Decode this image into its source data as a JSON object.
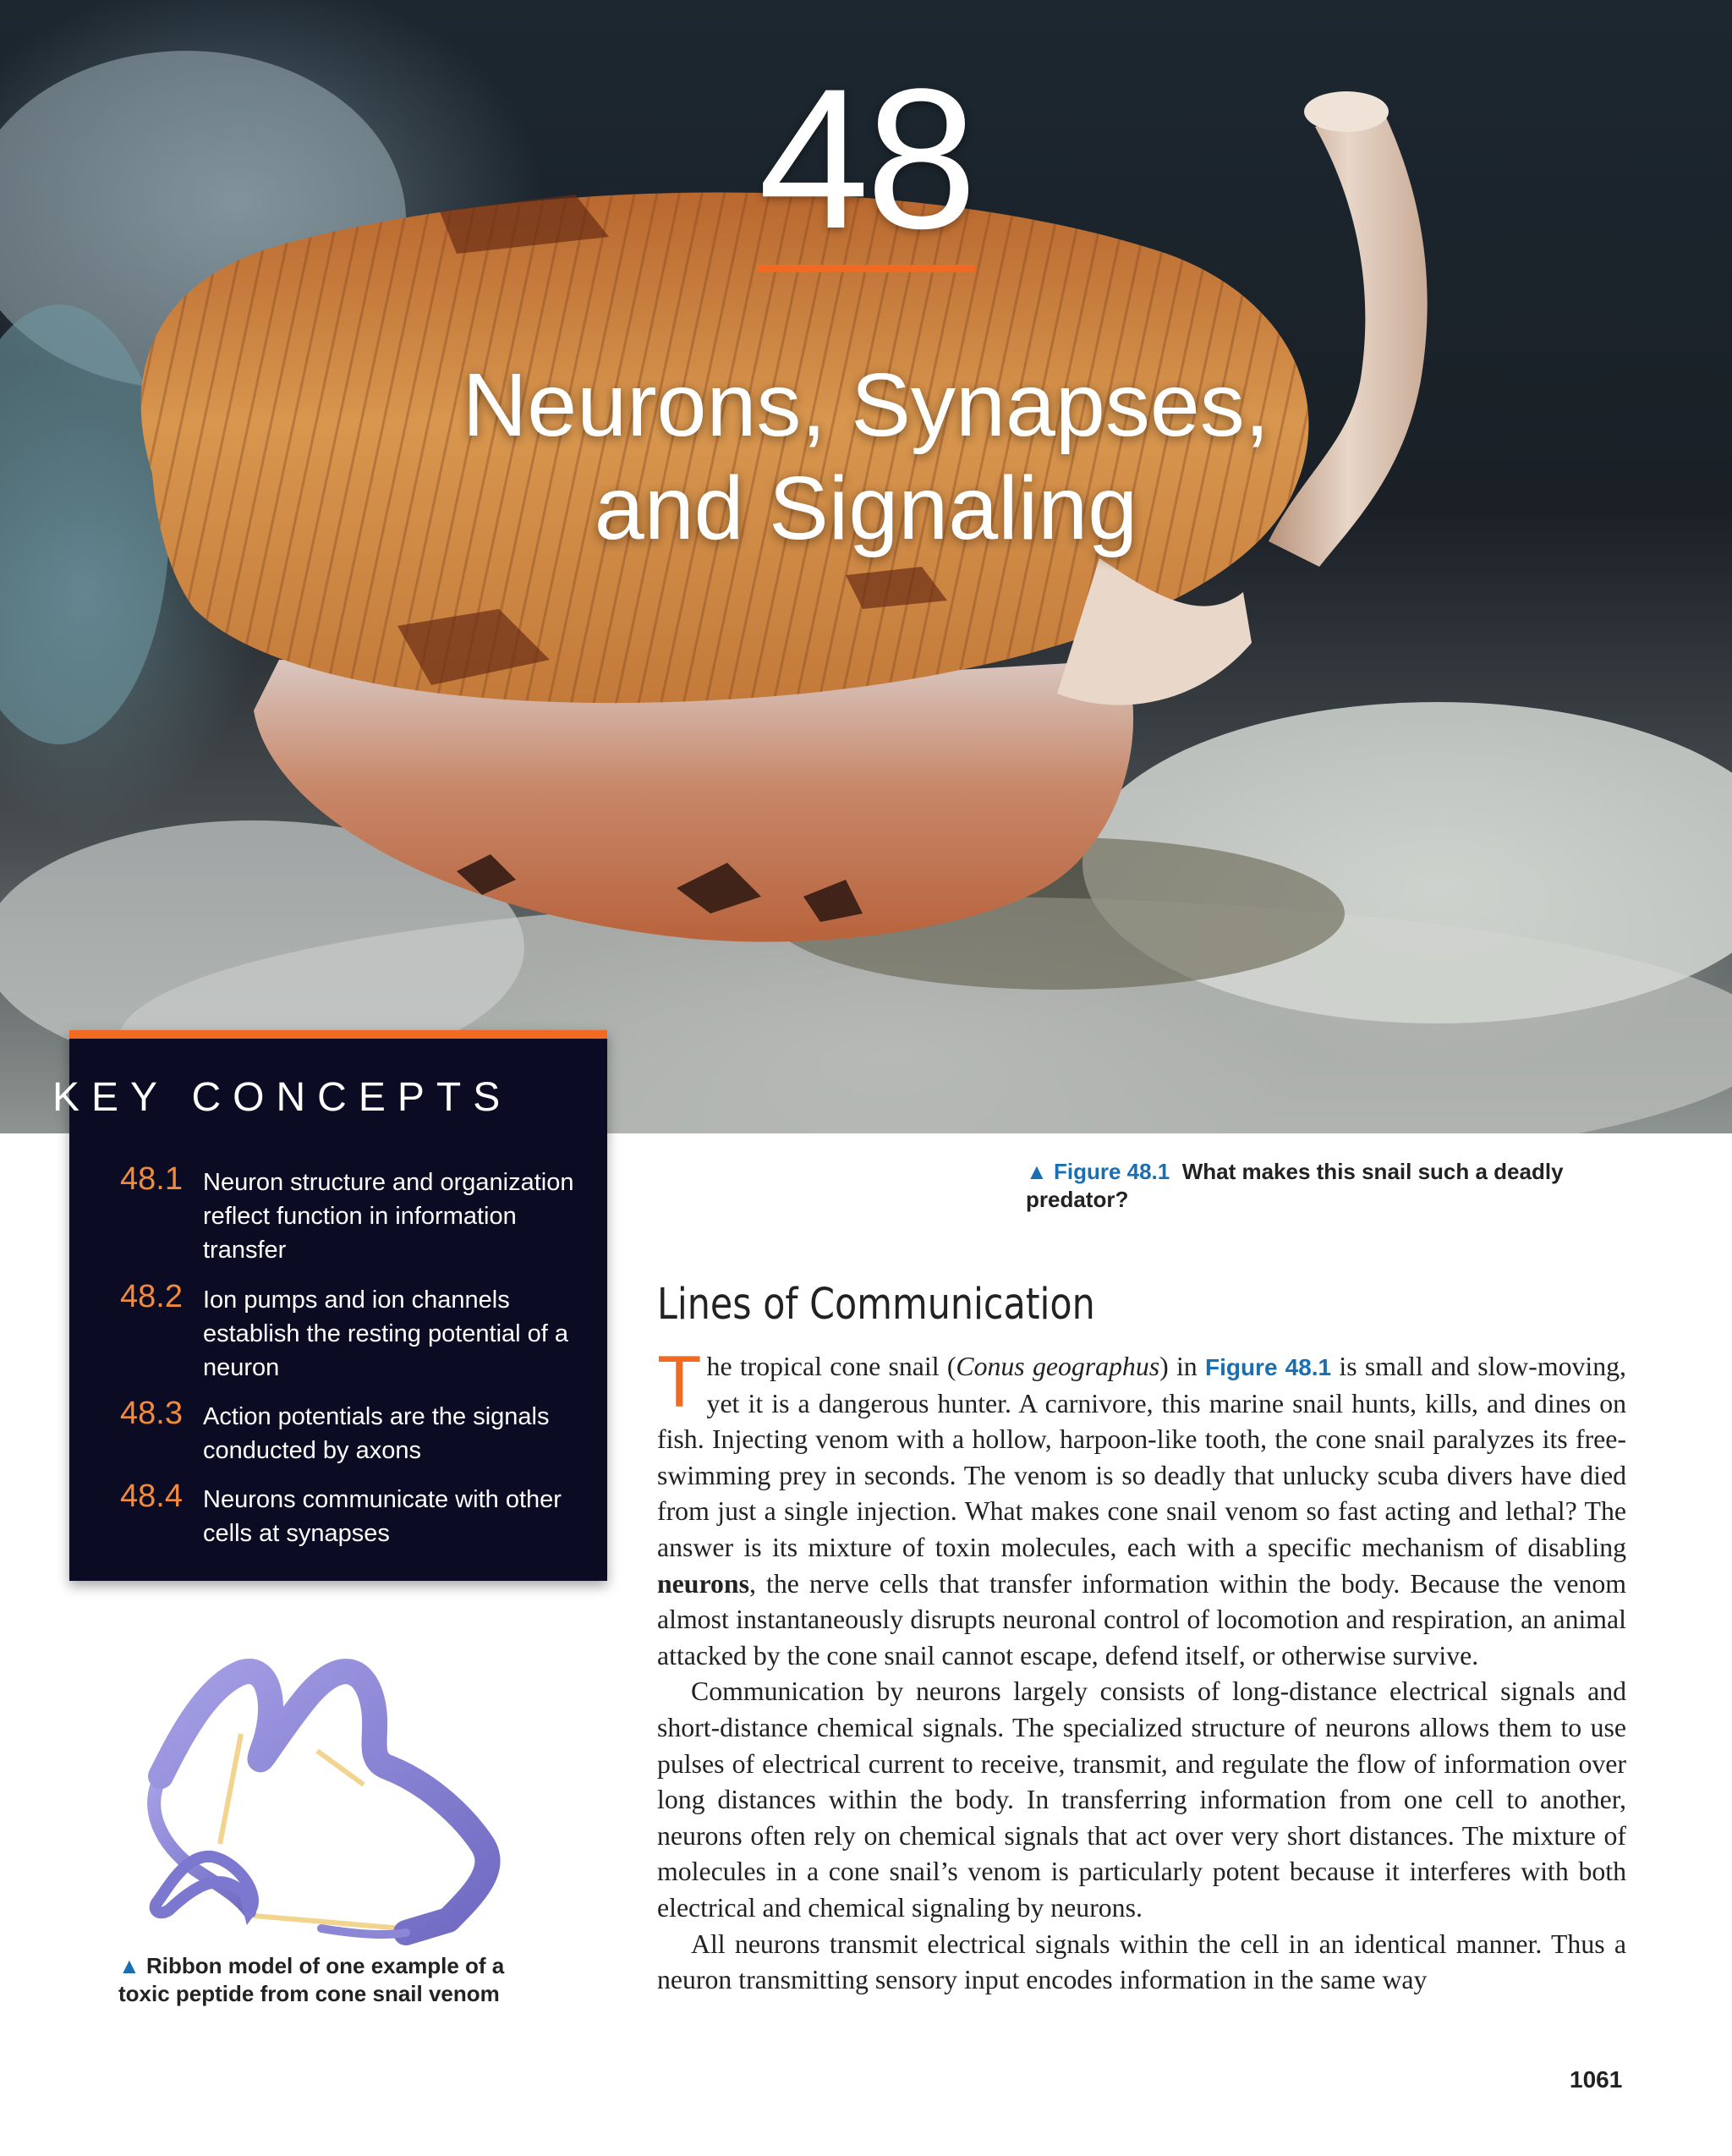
{
  "hero": {
    "chapter_number": "48",
    "title_line1": "Neurons, Synapses,",
    "title_line2": "and Signaling"
  },
  "key_concepts": {
    "heading": "KEY CONCEPTS",
    "items": [
      {
        "num": "48.1",
        "text": "Neuron structure and organization reflect function in information transfer"
      },
      {
        "num": "48.2",
        "text": "Ion pumps and ion channels establish the resting potential of a neuron"
      },
      {
        "num": "48.3",
        "text": "Action potentials are the signals conducted by axons"
      },
      {
        "num": "48.4",
        "text": "Neurons communicate with other cells at synapses"
      }
    ]
  },
  "figure_caption": {
    "marker": "▲",
    "label": "Figure 48.1",
    "text": "What makes this snail such a deadly predator?"
  },
  "section": {
    "heading": "Lines of Communication",
    "drop_cap": "T",
    "p1_a": "he tropical cone snail (",
    "p1_italic": "Conus geographus",
    "p1_b": ") in ",
    "p1_figref": "Figure 48.1",
    "p1_c": " is small and slow-moving, yet it is a dangerous hunter. A carnivore, this marine snail hunts, kills, and dines on fish. Injecting venom with a hollow, harpoon-like tooth, the cone snail paralyzes its free-swimming prey in seconds. The venom is so deadly that unlucky scuba divers have died from just a single injection. What makes cone snail venom so fast acting and lethal? The answer is its mixture of toxin molecules, each with a specific mechanism of disabling ",
    "p1_bold": "neurons",
    "p1_d": ", the nerve cells that transfer information within the body. Because the venom almost instantaneously disrupts neuronal control of locomotion and respiration, an animal attacked by the cone snail cannot escape, defend itself, or otherwise survive.",
    "p2": "Communication by neurons largely consists of long-distance electrical signals and short-distance chemical signals. The specialized structure of neurons allows them to use pulses of electrical current to receive, transmit, and regulate the flow of information over long distances within the body. In transferring information from one cell to another, neurons often rely on chemical signals that act over very short distances. The mixture of molecules in a cone snail’s venom is particularly potent because it interferes with both electrical and chemical signaling by neurons.",
    "p3": "All neurons transmit electrical signals within the cell in an identical manner. Thus a neuron transmitting sensory input encodes information in the same way"
  },
  "ribbon_caption": {
    "marker": "▲",
    "text": "Ribbon model of one example of a toxic peptide from cone snail venom"
  },
  "page_number": "1061",
  "colors": {
    "accent_orange": "#f26a21",
    "link_blue": "#1a6fb3",
    "key_concepts_bg": "#0b0c24",
    "ribbon_purple": "#8b86d6"
  }
}
